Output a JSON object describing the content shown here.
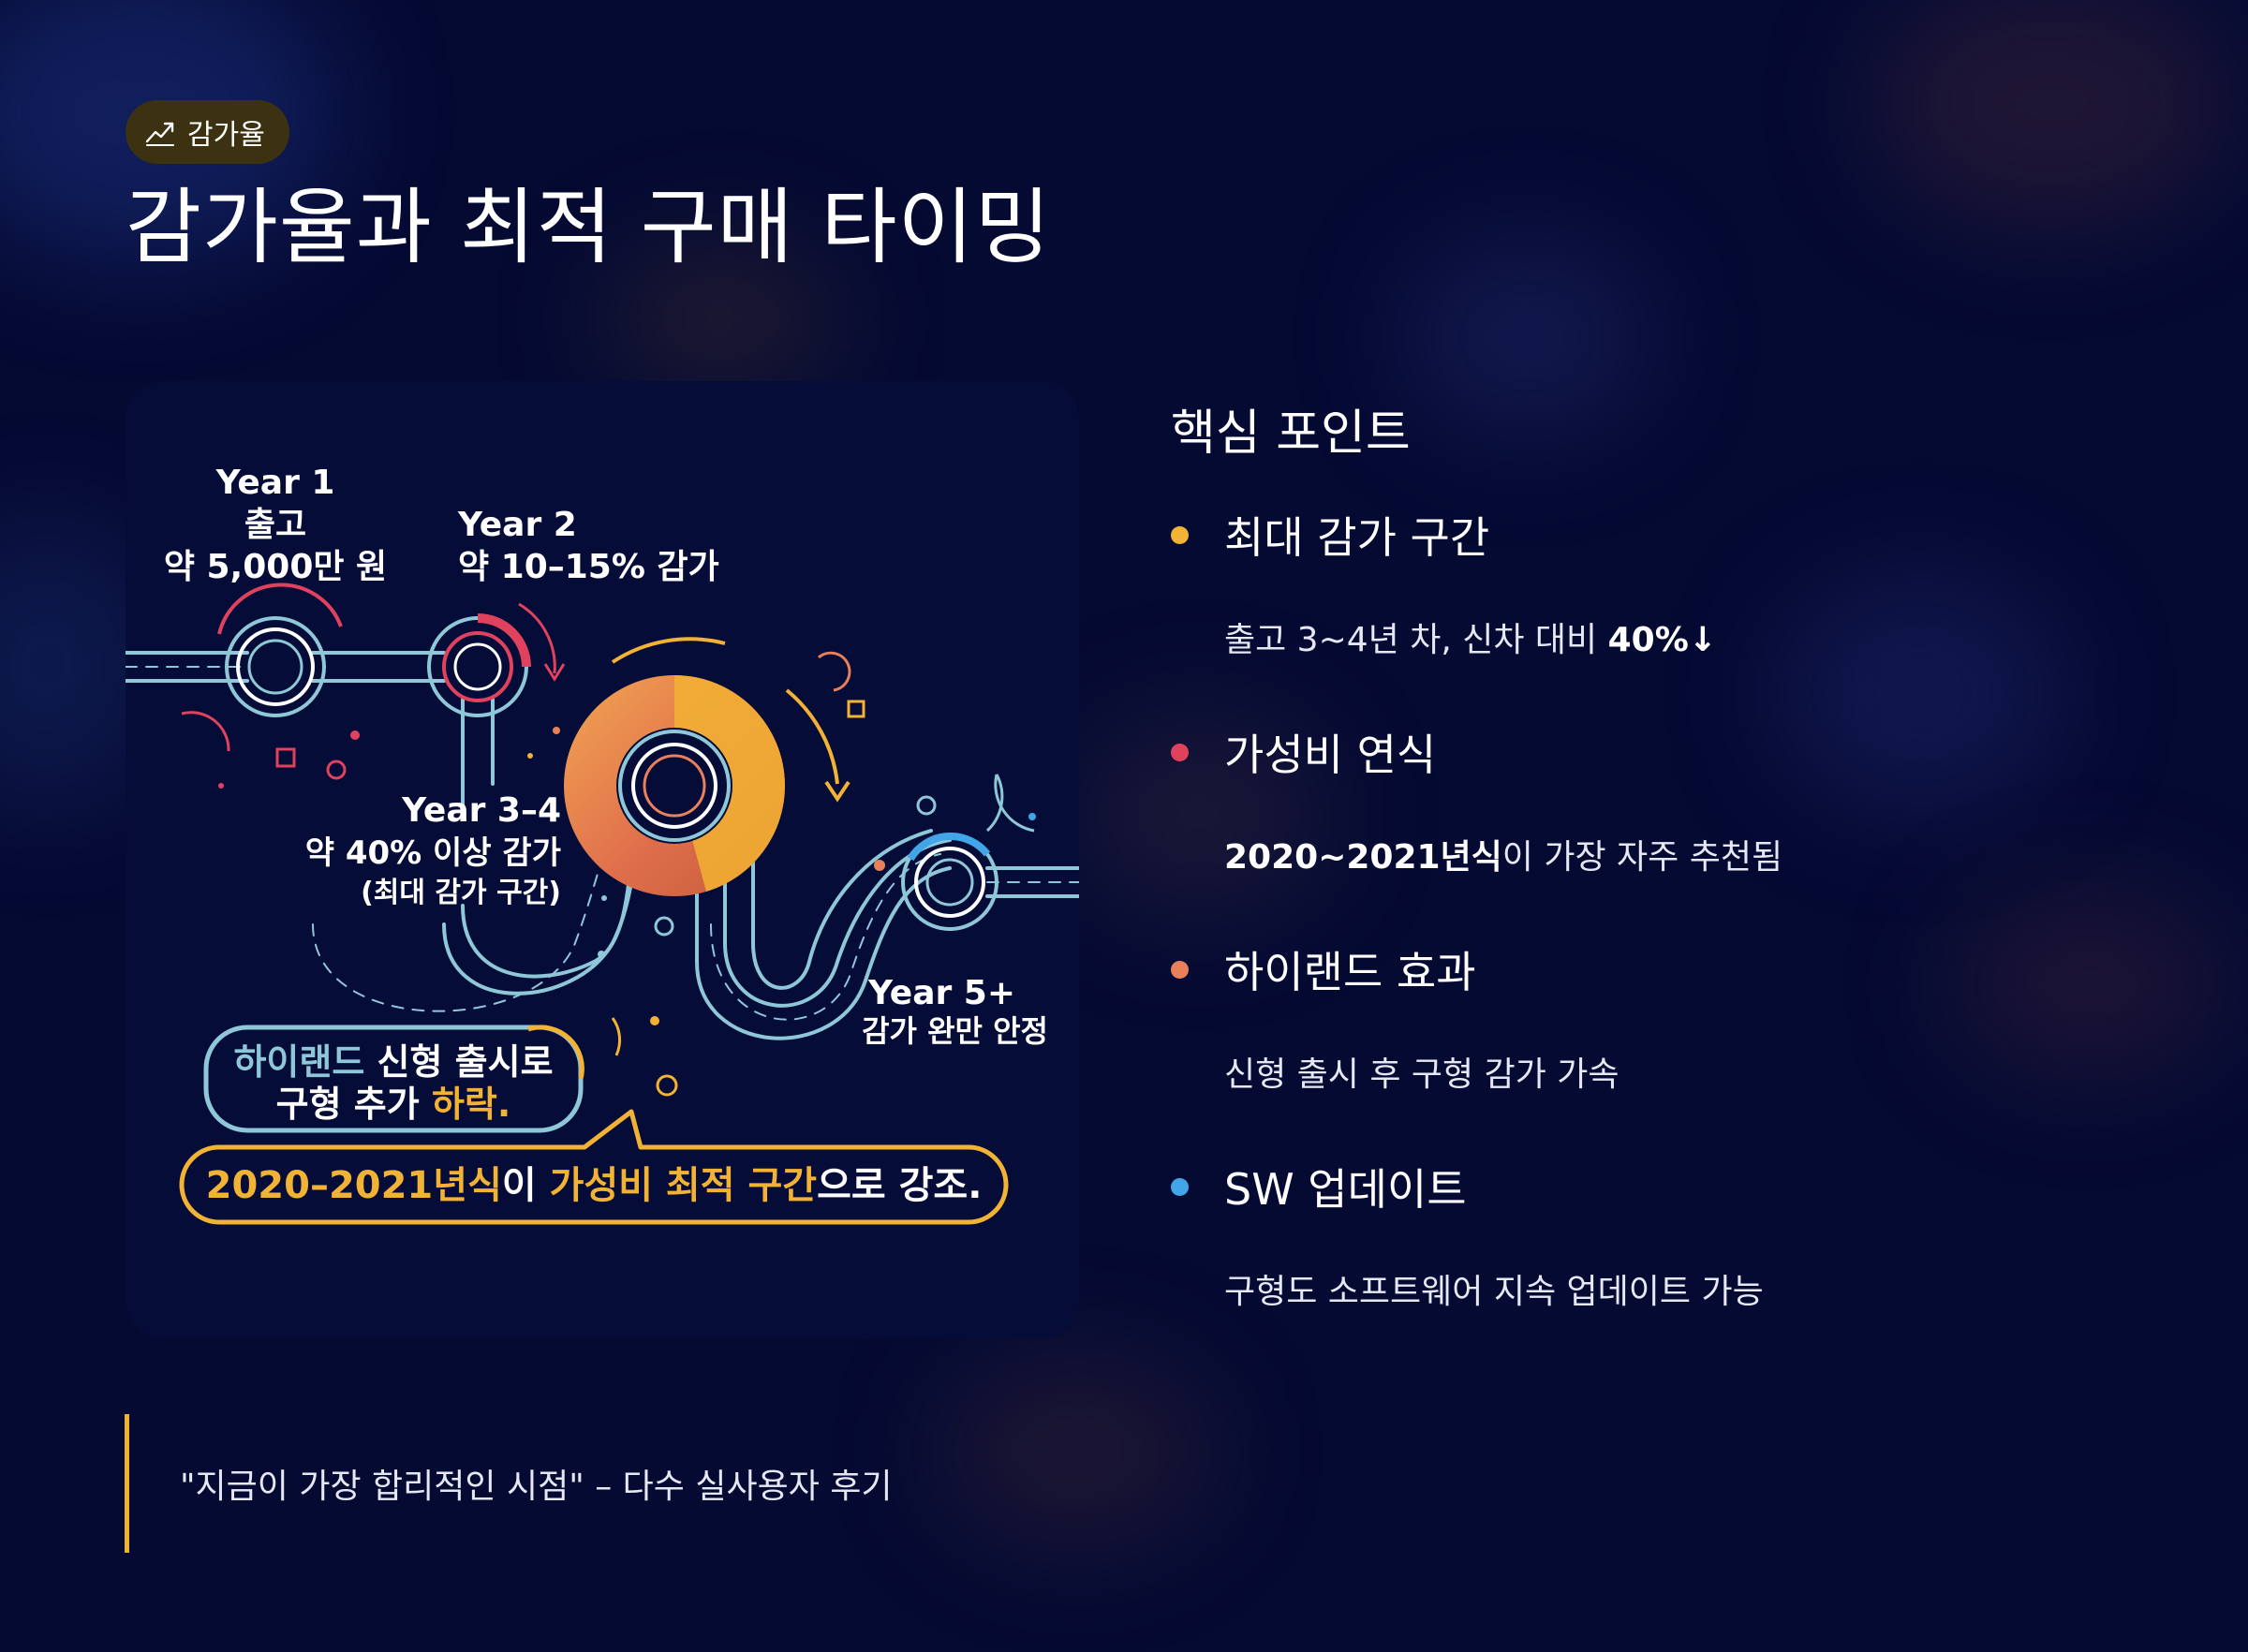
{
  "tag": {
    "label": "감가율",
    "icon": "trend-line-icon"
  },
  "title": "감가율과 최적 구매 타이밍",
  "infographic": {
    "year1_title": "Year 1",
    "year1_sub": "출고",
    "year1_price": "약 5,000만 원",
    "year2_title": "Year 2",
    "year2_rate": "약 10–15% 감가",
    "year34_title": "Year 3–4",
    "year34_rate": "약 40% 이상 감가",
    "year34_note": "(최대 감가 구간)",
    "year5_title": "Year 5+",
    "year5_note": "감가 완만 안정",
    "callout1_a": "하이랜드",
    "callout1_b": " 신형 출시로",
    "callout1_c": "구형 추가 ",
    "callout1_d": "하락.",
    "callout2_a": "2020–2021년식",
    "callout2_b": "이 ",
    "callout2_c": "가성비 최적 구간",
    "callout2_d": "으로 강조."
  },
  "key_points": {
    "title": "핵심 포인트",
    "items": [
      {
        "heading": "최대 감가 구간",
        "color": "#f2b233",
        "desc_pre": "출고 3~4년 차, 신차 대비 ",
        "desc_bold": "40%↓",
        "desc_post": ""
      },
      {
        "heading": "가성비 연식",
        "color": "#e0425e",
        "desc_pre": "",
        "desc_bold": "2020~2021년식",
        "desc_post": "이 가장 자주 추천됨"
      },
      {
        "heading": "하이랜드 효과",
        "color": "#e8805a",
        "desc_pre": "신형 출시 후 구형 감가 가속",
        "desc_bold": "",
        "desc_post": ""
      },
      {
        "heading": "SW 업데이트",
        "color": "#42a5e8",
        "desc_pre": "구형도 소프트웨어 지속 업데이트 가능",
        "desc_bold": "",
        "desc_post": ""
      }
    ]
  },
  "quote": "\"지금이 가장 합리적인 시점\" – 다수 실사용자 후기",
  "colors": {
    "accent": "#f0b22c",
    "background": "#050a33",
    "road": "#8ec8d8",
    "red": "#e0425e",
    "orange": "#e8805a",
    "blue": "#42a5e8"
  }
}
